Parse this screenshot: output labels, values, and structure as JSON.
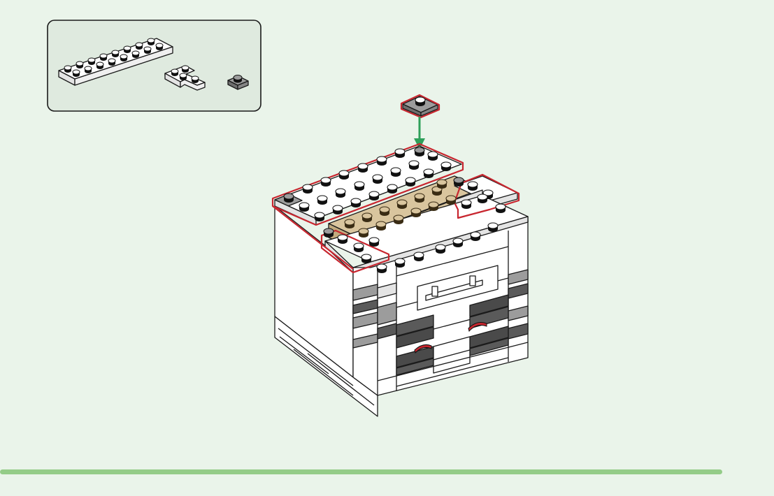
{
  "colors": {
    "background": "#eaf4ea",
    "parts_box": "#dfeadf",
    "brick_white": "#ffffff",
    "brick_side": "#e4e4e4",
    "brick_grey": "#9c9c9c",
    "brick_dark": "#4a4a4a",
    "tan": "#d9c59e",
    "tan_dark": "#7a6440",
    "highlight": "#c8262f",
    "arrow": "#2fa05a",
    "bottom_bar": "#94cc88"
  },
  "parts_needed": [
    {
      "name": "white-plate-2x8",
      "count_visible": 1
    },
    {
      "name": "white-corner-plate-2x2",
      "count_visible": 1
    },
    {
      "name": "dark-grey-plate-1x1",
      "count_visible": 1
    }
  ]
}
